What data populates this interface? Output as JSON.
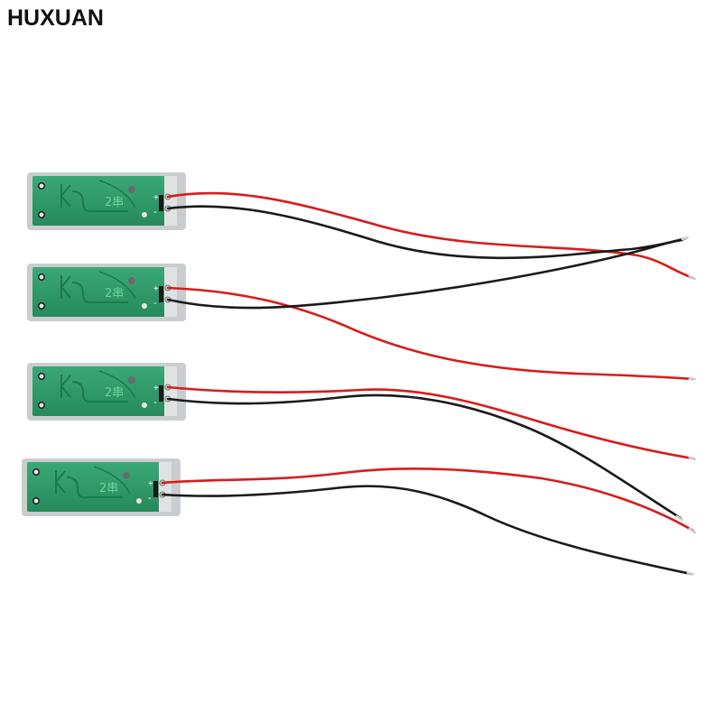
{
  "brand": "HUXUAN",
  "product": {
    "board_count": 4,
    "colors": {
      "pcb": "#2f9a6a",
      "pcb_edge": "#c9cdcf",
      "wire_positive": "#d81c1c",
      "wire_negative": "#1a1a1a",
      "copper_trace": "#1c7a50"
    },
    "boards": [
      {
        "id": "board-1",
        "pad_labels": [
          "+",
          "-"
        ],
        "silk_text": "2串"
      },
      {
        "id": "board-2",
        "pad_labels": [
          "+",
          "-"
        ],
        "silk_text": "2串"
      },
      {
        "id": "board-3",
        "pad_labels": [
          "+",
          "-"
        ],
        "silk_text": "2串"
      },
      {
        "id": "board-4",
        "pad_labels": [
          "+",
          "-"
        ],
        "silk_text": "2串"
      }
    ]
  }
}
